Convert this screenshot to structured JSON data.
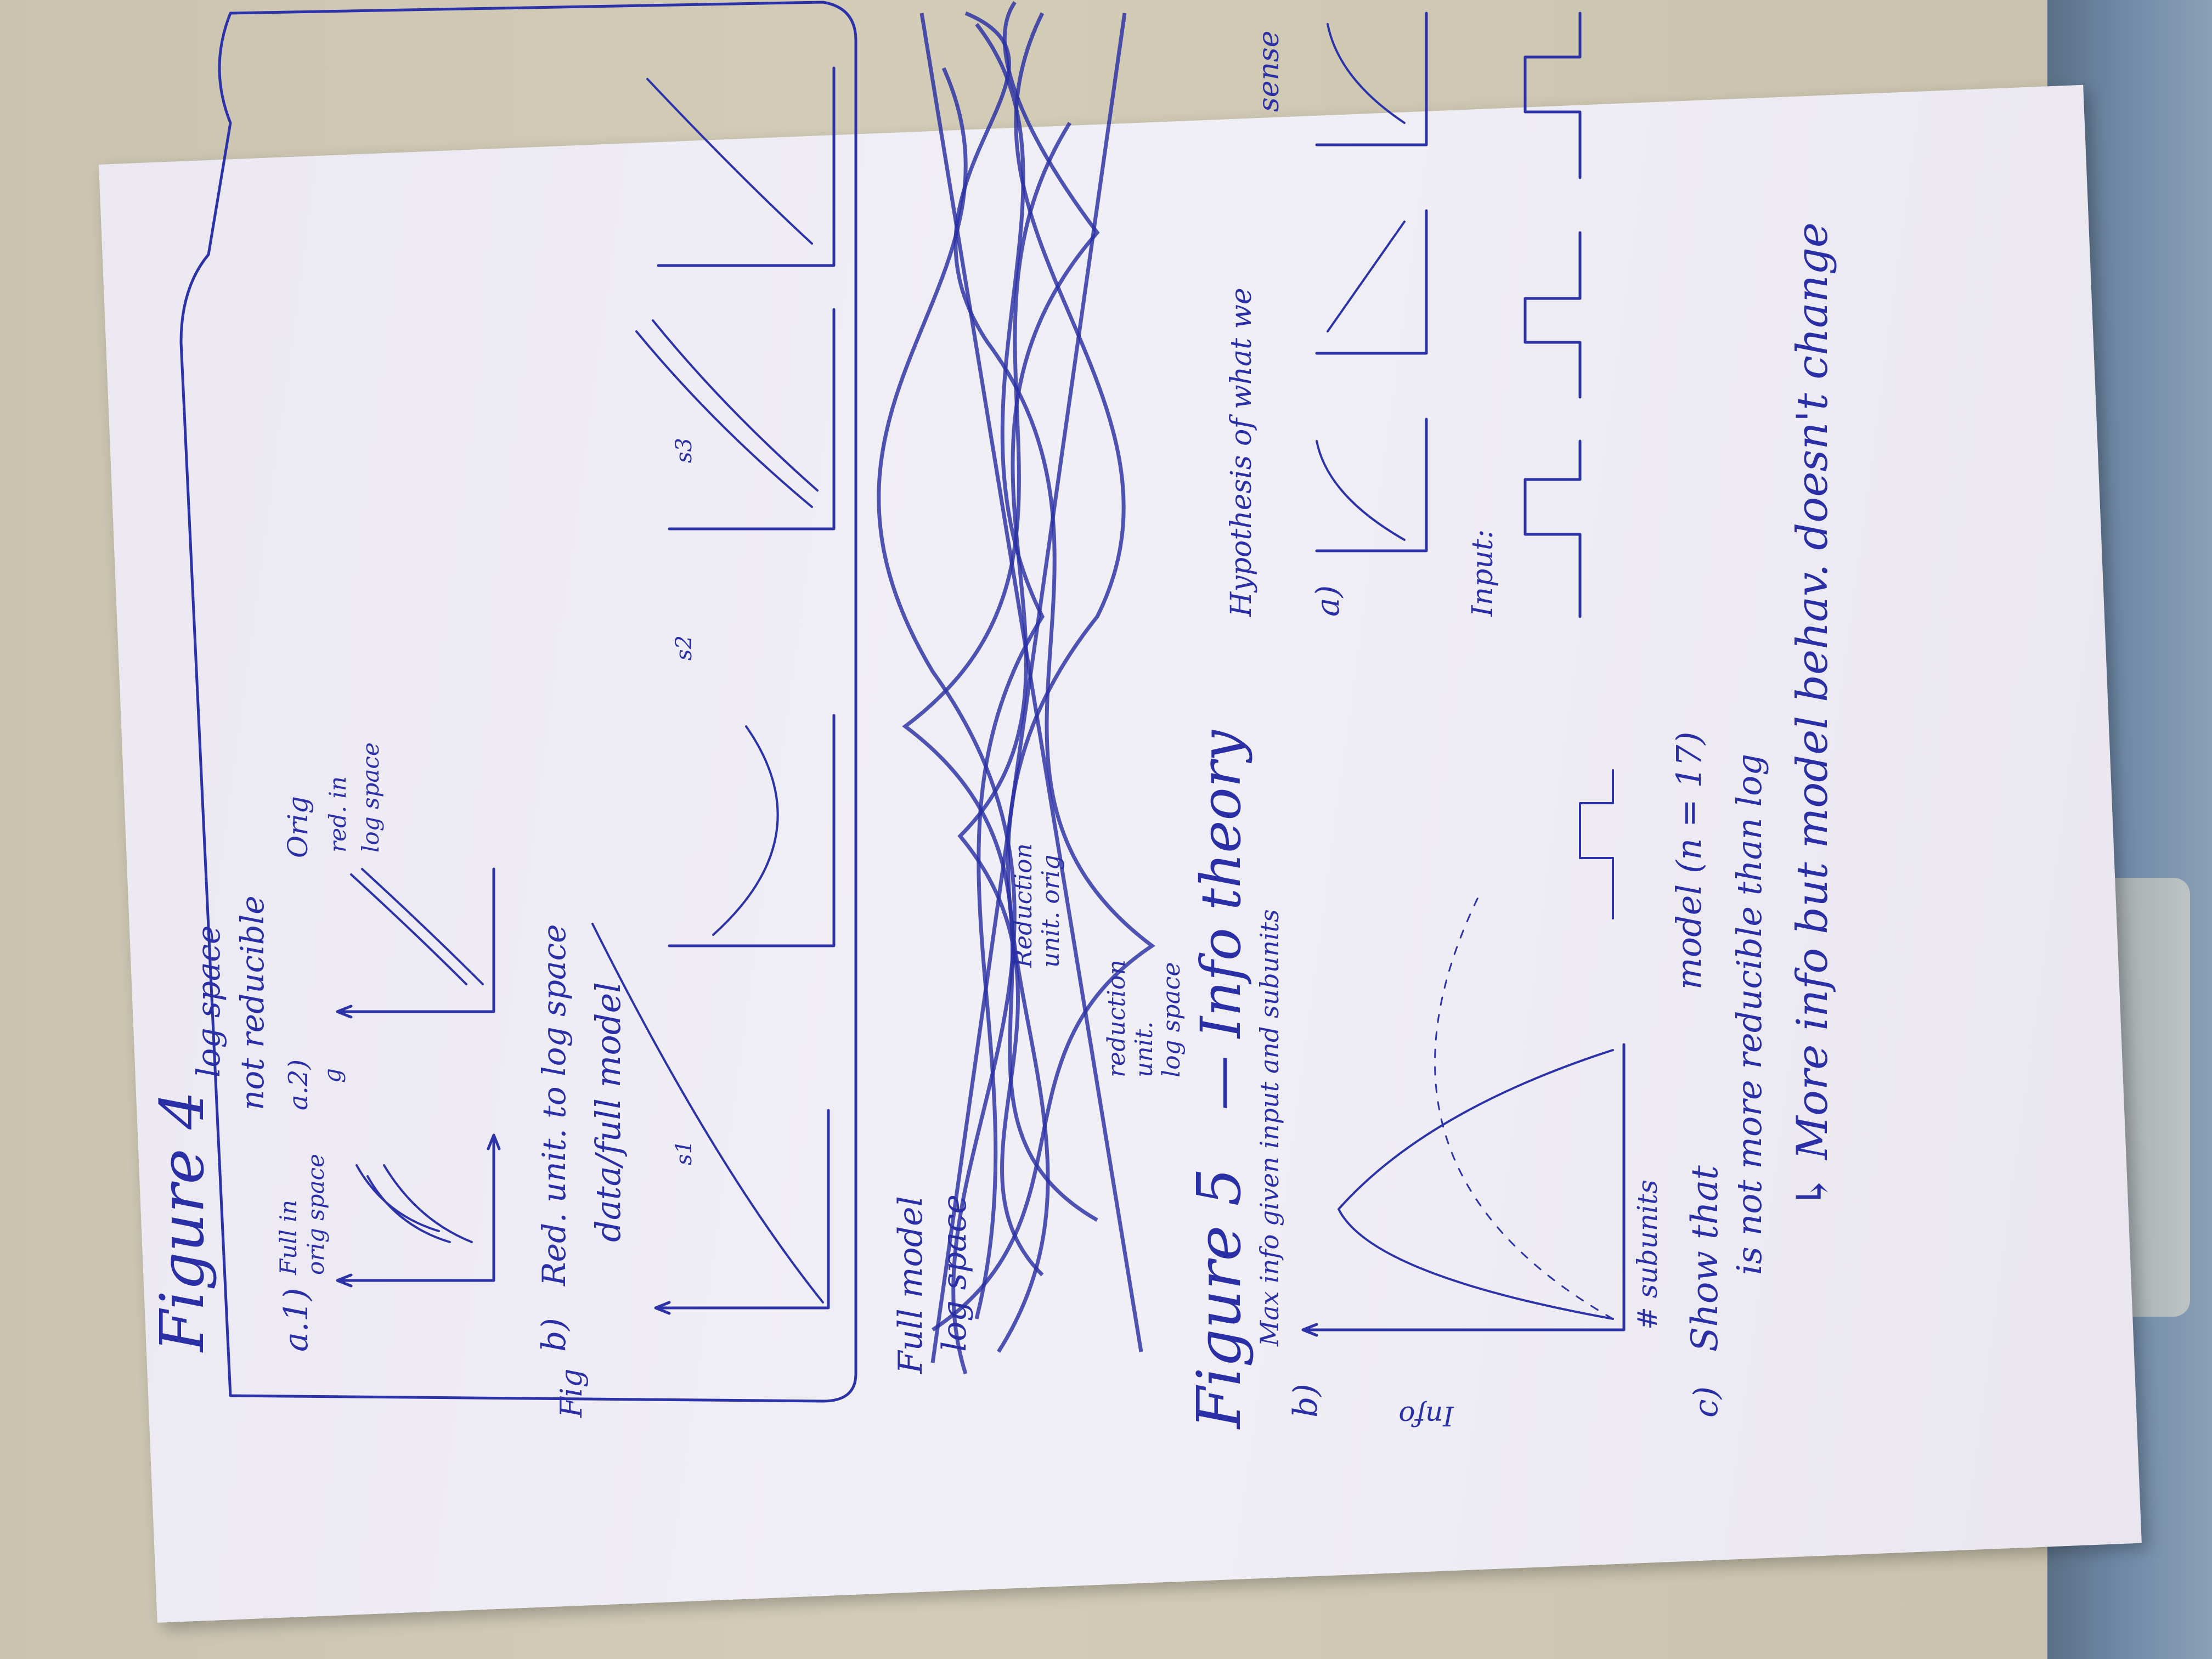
{
  "figure4": {
    "title": "Figure 4",
    "log_space_note": "log space\nnot reducible",
    "a1_label": "a.1)",
    "a1_caption": "Full in\norig space",
    "a2_label": "a.2)",
    "orig_label": "Orig",
    "red_log_label": "red. in\nlog space",
    "b_label": "b)",
    "b_text": "Red. unit. to log space",
    "b_text2": "data/full model",
    "s1": "s1",
    "s2": "s2",
    "s3": "s3",
    "fig_margin": "Fig"
  },
  "full_model": {
    "label": "Full model\nlog space",
    "reduction_label": "Reduction\nunit. orig",
    "reduction_log": "reduction\nunit.\nlog space"
  },
  "hypothesis": {
    "text": "Hypothesis of what we\nsense",
    "a_label": "a)",
    "input_label": "Input:"
  },
  "figure5": {
    "title": "Figure 5",
    "subtitle": "— Info theory",
    "max_info": "Max info given input and subunits",
    "b_label": "b)",
    "y_axis": "Info",
    "x_axis": "# subunits",
    "c_label": "c)",
    "c_text1": "Show that",
    "c_text2": "model (n = 17)",
    "c_text3": "is not more reducible than log",
    "c_text4": "↳ More info but model behav. doesn't change"
  },
  "colors": {
    "ink": "#2b2fa6",
    "paper": "#eeebf3",
    "desk": "#cec8b4"
  }
}
